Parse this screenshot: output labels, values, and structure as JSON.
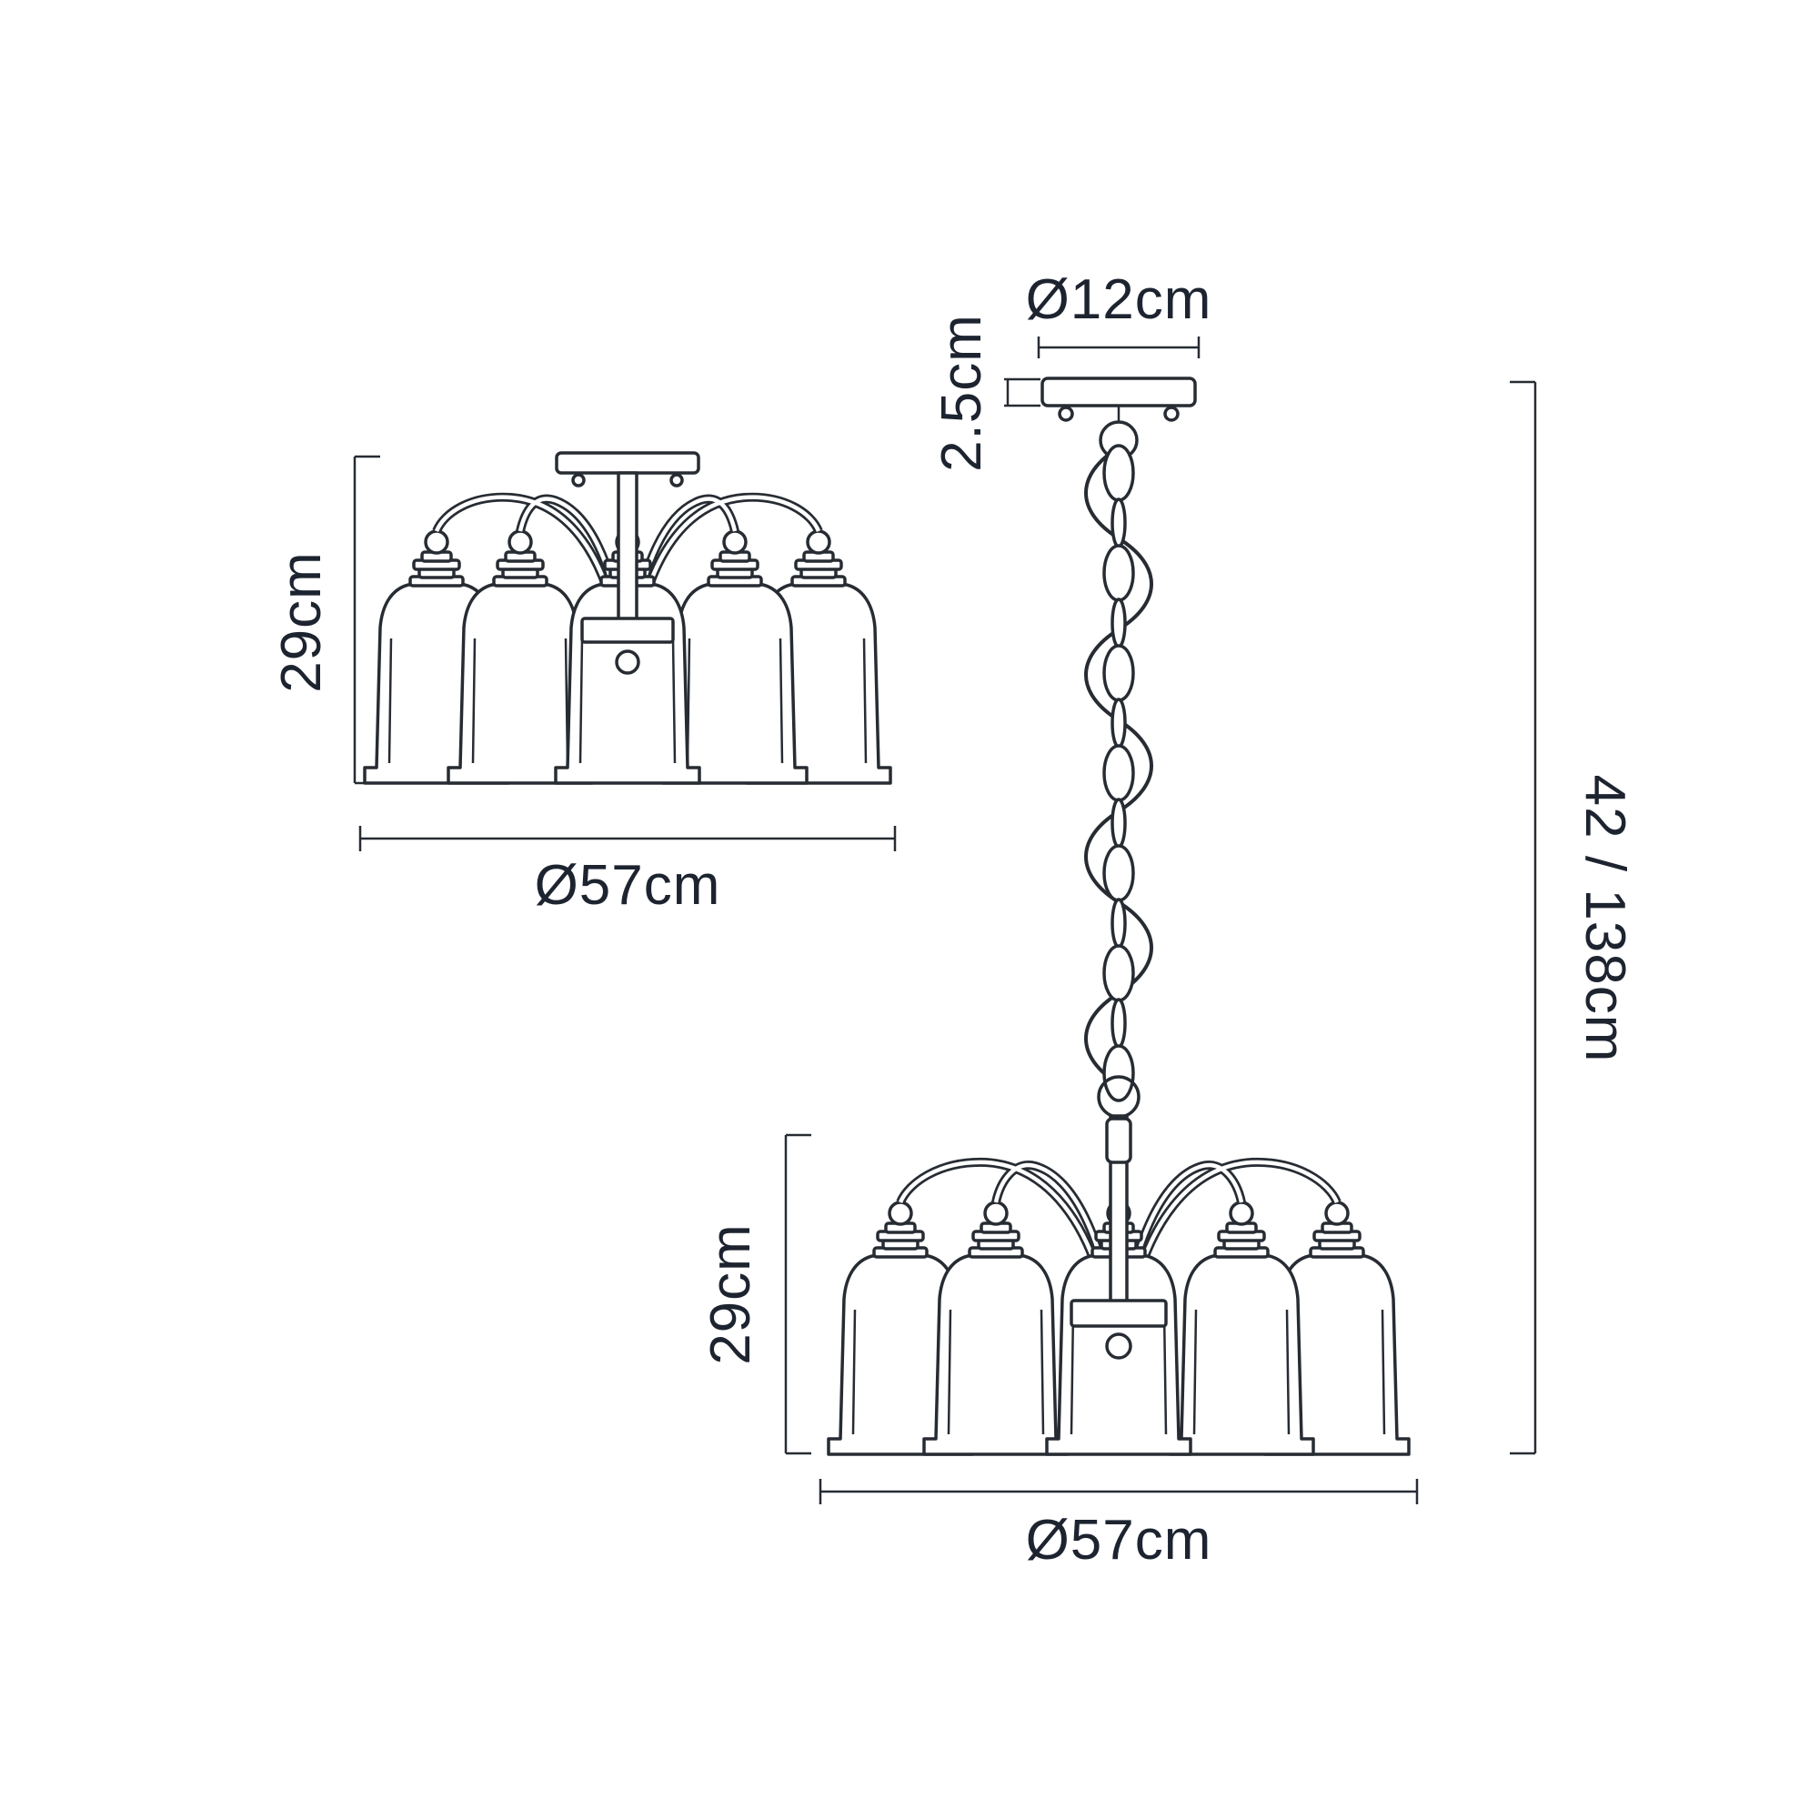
{
  "page": {
    "background": "#ffffff"
  },
  "drawing": {
    "stroke_color": "#272c33",
    "label_color": "#1d2430",
    "type": "lighting-fixture-dimension-diagram",
    "views": [
      "semi-flush-ceiling-mount",
      "chain-suspended-pendant"
    ]
  },
  "labels": {
    "semi_flush_height": "29cm",
    "semi_flush_diameter": "Ø57cm",
    "canopy_diameter": "Ø12cm",
    "canopy_height": "2.5cm",
    "overall_height": "42 / 138cm",
    "pendant_body_height": "29cm",
    "pendant_diameter": "Ø57cm"
  }
}
